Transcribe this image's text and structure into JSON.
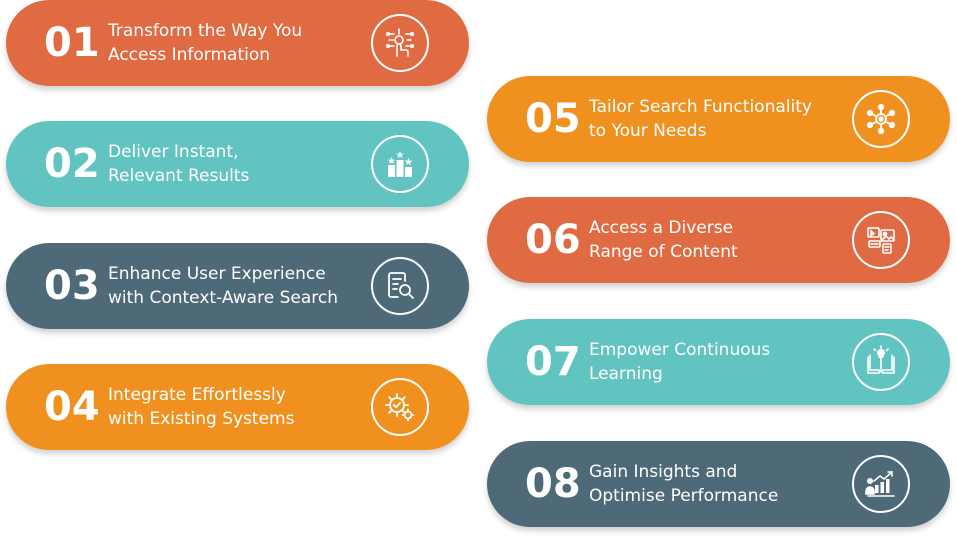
{
  "colors": {
    "orange_red": "#E06B43",
    "teal": "#62C4C0",
    "slate": "#4E6978",
    "orange": "#F0911F"
  },
  "items": [
    {
      "number": "01",
      "line1": "Transform the Way You",
      "line2": "Access Information",
      "color": "#E06B43",
      "icon": "touch-circuit-icon"
    },
    {
      "number": "02",
      "line1": "Deliver Instant,",
      "line2": "Relevant Results",
      "color": "#62C4C0",
      "icon": "star-ranking-icon"
    },
    {
      "number": "03",
      "line1": "Enhance User Experience",
      "line2": "with Context-Aware Search",
      "color": "#4E6978",
      "icon": "document-search-icon"
    },
    {
      "number": "04",
      "line1": "Integrate Effortlessly",
      "line2": "with Existing Systems",
      "color": "#F0911F",
      "icon": "gears-check-icon"
    },
    {
      "number": "05",
      "line1": "Tailor Search Functionality",
      "line2": "to Your Needs",
      "color": "#F0911F",
      "icon": "network-gear-icon"
    },
    {
      "number": "06",
      "line1": "Access a Diverse",
      "line2": "Range of Content",
      "color": "#E06B43",
      "icon": "content-devices-icon"
    },
    {
      "number": "07",
      "line1": "Empower Continuous",
      "line2": "Learning",
      "color": "#62C4C0",
      "icon": "book-bulb-icon"
    },
    {
      "number": "08",
      "line1": "Gain Insights and",
      "line2": "Optimise Performance",
      "color": "#4E6978",
      "icon": "growth-chart-icon"
    }
  ]
}
